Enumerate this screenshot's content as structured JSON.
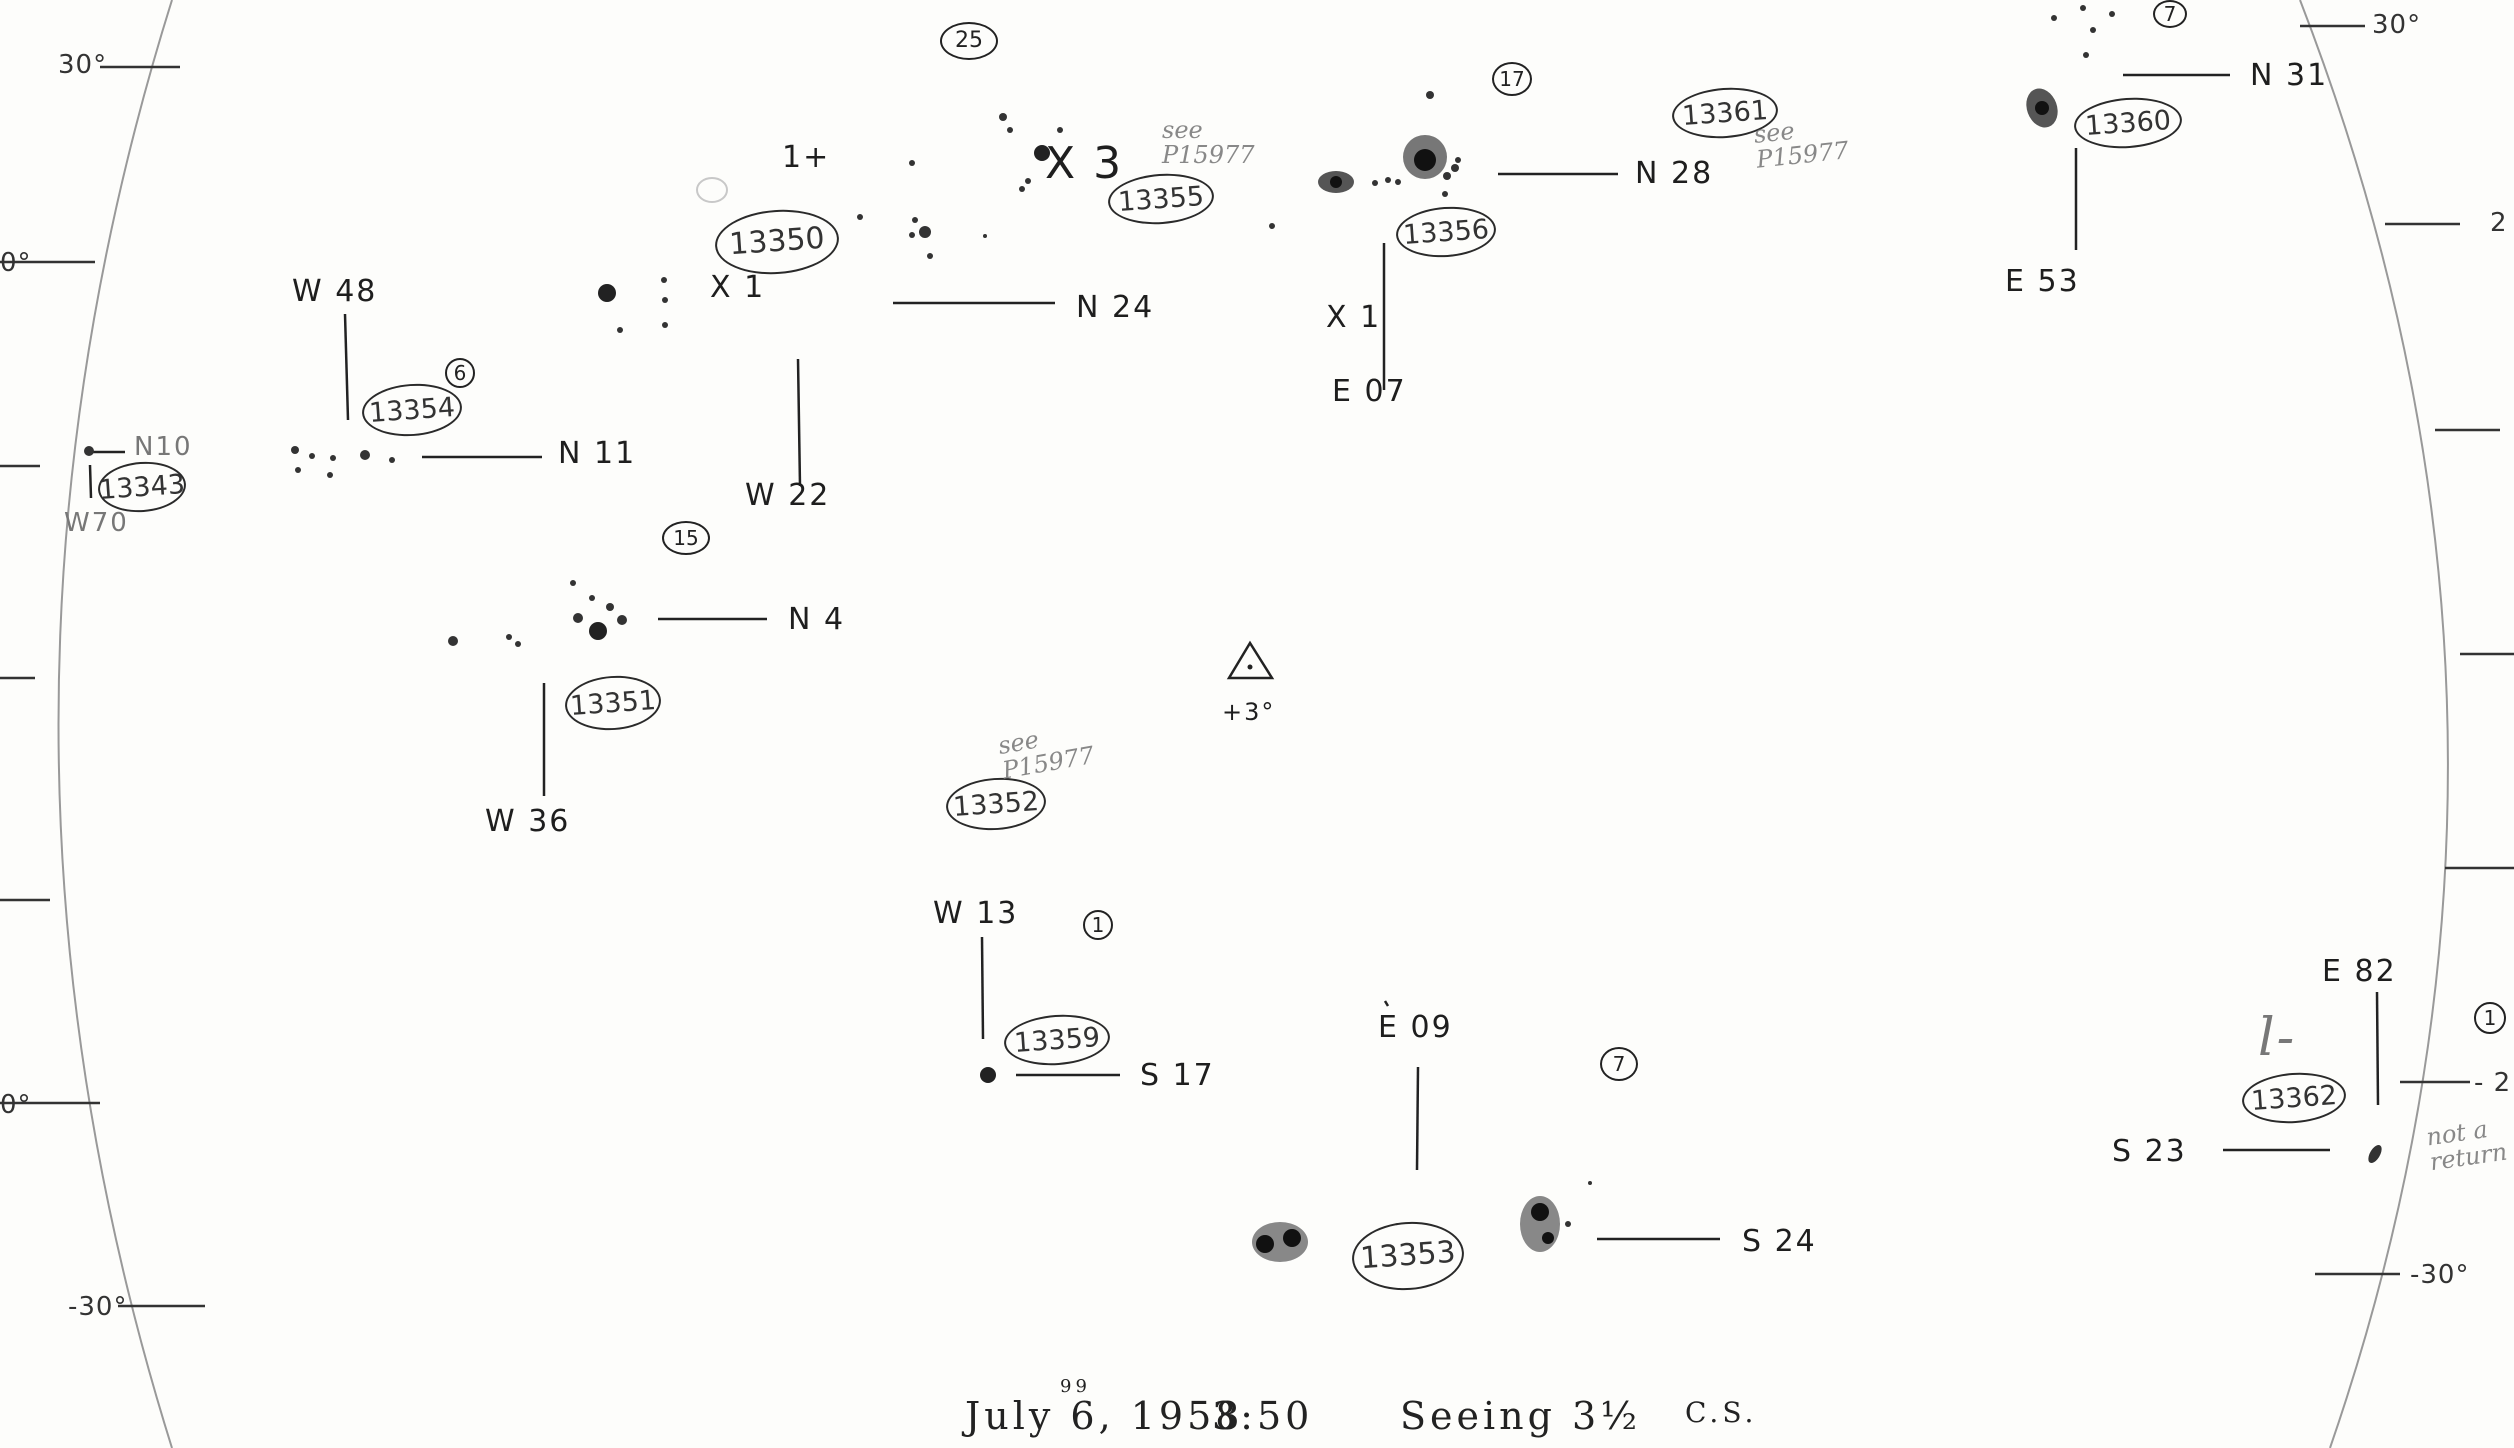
{
  "scale_marks": {
    "left_top": "30°",
    "left_2": "0°",
    "left_4": "0°",
    "left_bottom": "-30°",
    "right_top": "30°",
    "right_2": "2",
    "right_5": "- 2",
    "right_bottom": "-30°"
  },
  "plate_numbers": {
    "p13343": "13343",
    "p13350": "13350",
    "p13351": "13351",
    "p13352": "13352",
    "p13353": "13353",
    "p13354": "13354",
    "p13355": "13355",
    "p13356": "13356",
    "p13359": "13359",
    "p13360": "13360",
    "p13361": "13361",
    "p13362": "13362"
  },
  "circled_counts": {
    "c25": "25",
    "c17": "17",
    "c7_top": "7",
    "c6": "6",
    "c15": "15",
    "c1_mid": "1",
    "c7_bottom": "7",
    "c1_right": "1"
  },
  "offsets": {
    "n10": "N10",
    "w70": "W70",
    "w48": "W 48",
    "n11": "N 11",
    "w22": "W 22",
    "n24": "N 24",
    "e07": "E 07",
    "n28": "N 28",
    "n31": "N 31",
    "e53": "E 53",
    "n4": "N 4",
    "w36": "W 36",
    "w13": "W 13",
    "s17": "S 17",
    "e09": "E 09",
    "s24": "S 24",
    "e82": "E 82",
    "s23": "S 23"
  },
  "markers": {
    "x1_left": "X 1",
    "x1_mid": "X 1",
    "x3": "X 3",
    "one_plus": "1+",
    "center_offset": "+3°",
    "l_mark": "l-"
  },
  "notes": {
    "see_1": "see",
    "p_1": "P15977",
    "see_2": "see",
    "p_2": "P15977",
    "see_3": "see",
    "p_3": "P15977",
    "not": "not a",
    "returned": "return"
  },
  "footer": {
    "date": "July 6, 1958",
    "superscript": "99",
    "time": "3:50",
    "seeing": "Seeing 3½",
    "initials": "C.S."
  }
}
